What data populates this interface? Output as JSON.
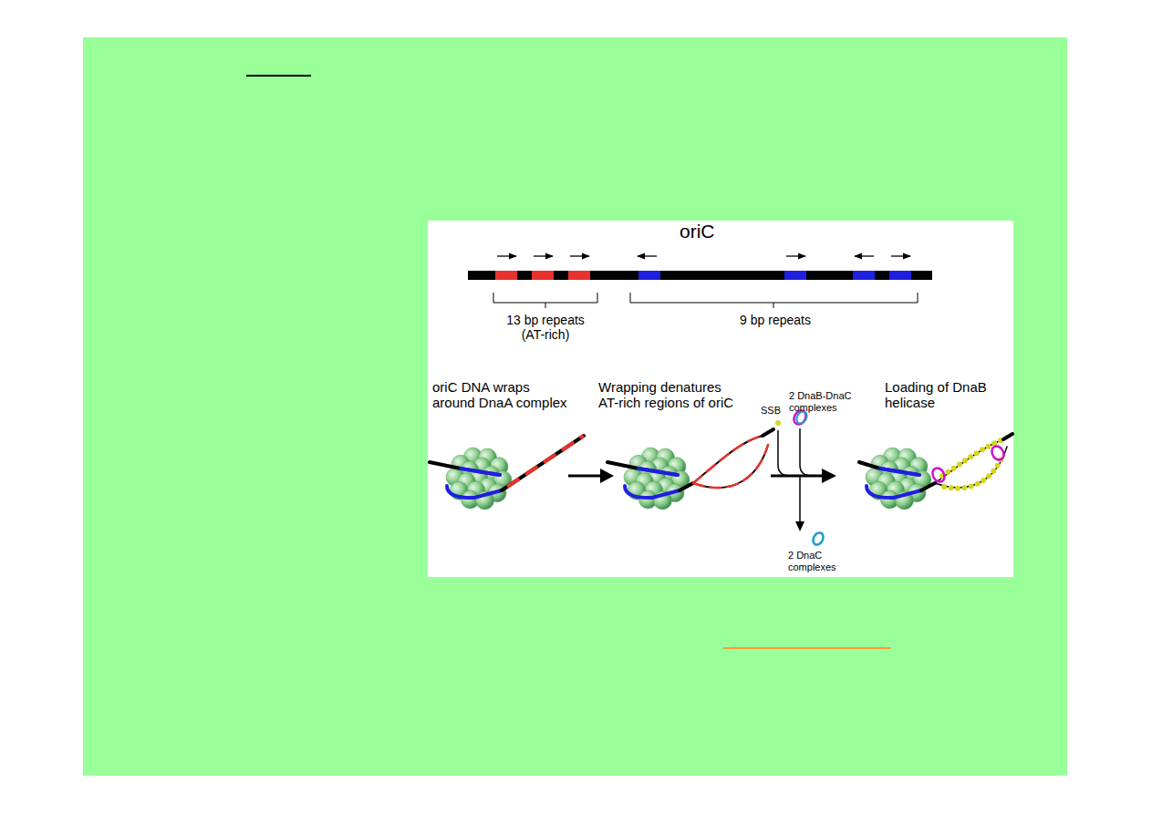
{
  "diagram": {
    "title": "oriC",
    "labels": [
      "13 bp repeats (AT-rich)",
      "9 bp repeats",
      "oriC DNA wraps around DnaA complex",
      "Wrapping denatures AT-rich regions of oriC",
      "2 DnaB-DnaC complexes",
      "SSB",
      "Loading of DnaB helicase",
      "2 DnaC complexes"
    ]
  }
}
